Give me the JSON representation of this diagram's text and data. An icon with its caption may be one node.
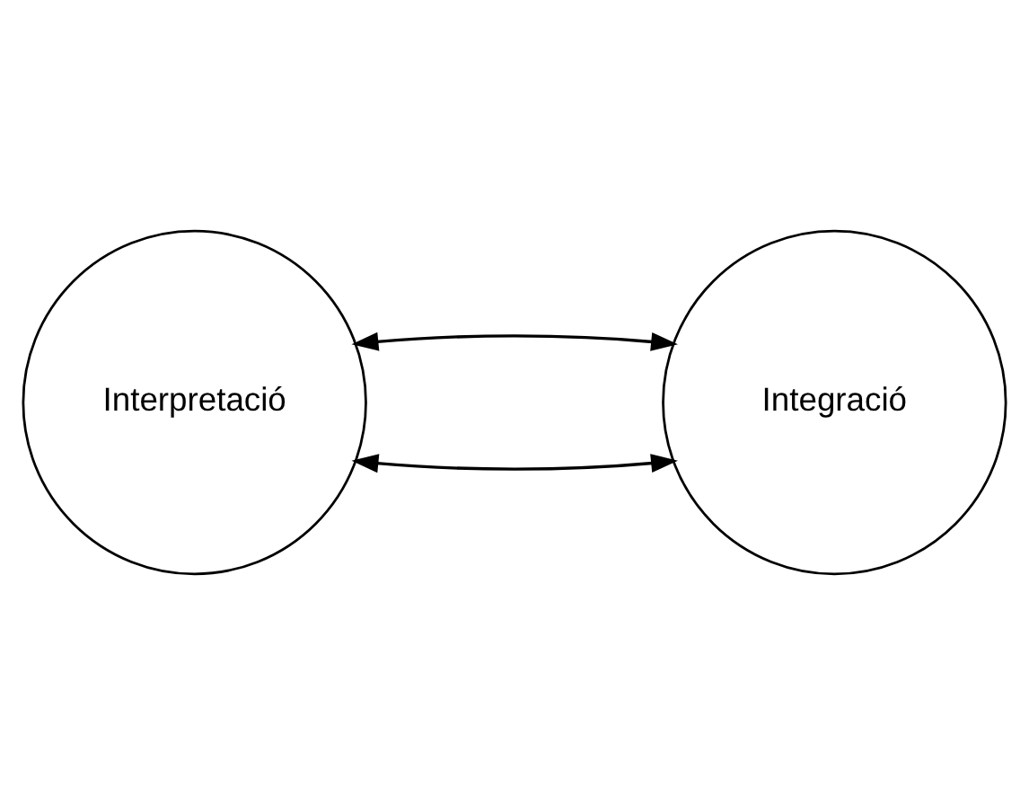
{
  "diagram": {
    "nodes": [
      {
        "text": [
          "Interpretació"
        ]
      },
      {
        "text": [
          "Integració"
        ]
      }
    ],
    "edges": [
      {
        "from": 0,
        "to": 1,
        "arrow": "both"
      },
      {
        "from": 0,
        "to": 1,
        "arrow": "both"
      }
    ]
  }
}
